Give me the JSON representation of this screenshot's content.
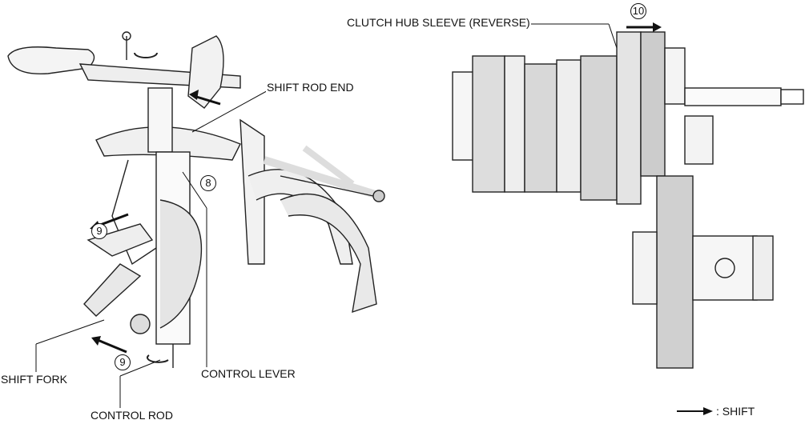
{
  "labels": {
    "shift_rod_end": "SHIFT ROD END",
    "clutch_hub_sleeve": "CLUTCH HUB SLEEVE (REVERSE)",
    "shift_fork": "SHIFT FORK",
    "control_lever": "CONTROL LEVER",
    "control_rod": "CONTROL ROD"
  },
  "step_numbers": {
    "n8": "8",
    "n9a": "9",
    "n9b": "9",
    "n10": "10"
  },
  "legend": {
    "text": ": SHIFT",
    "symbol": "arrow-right"
  }
}
